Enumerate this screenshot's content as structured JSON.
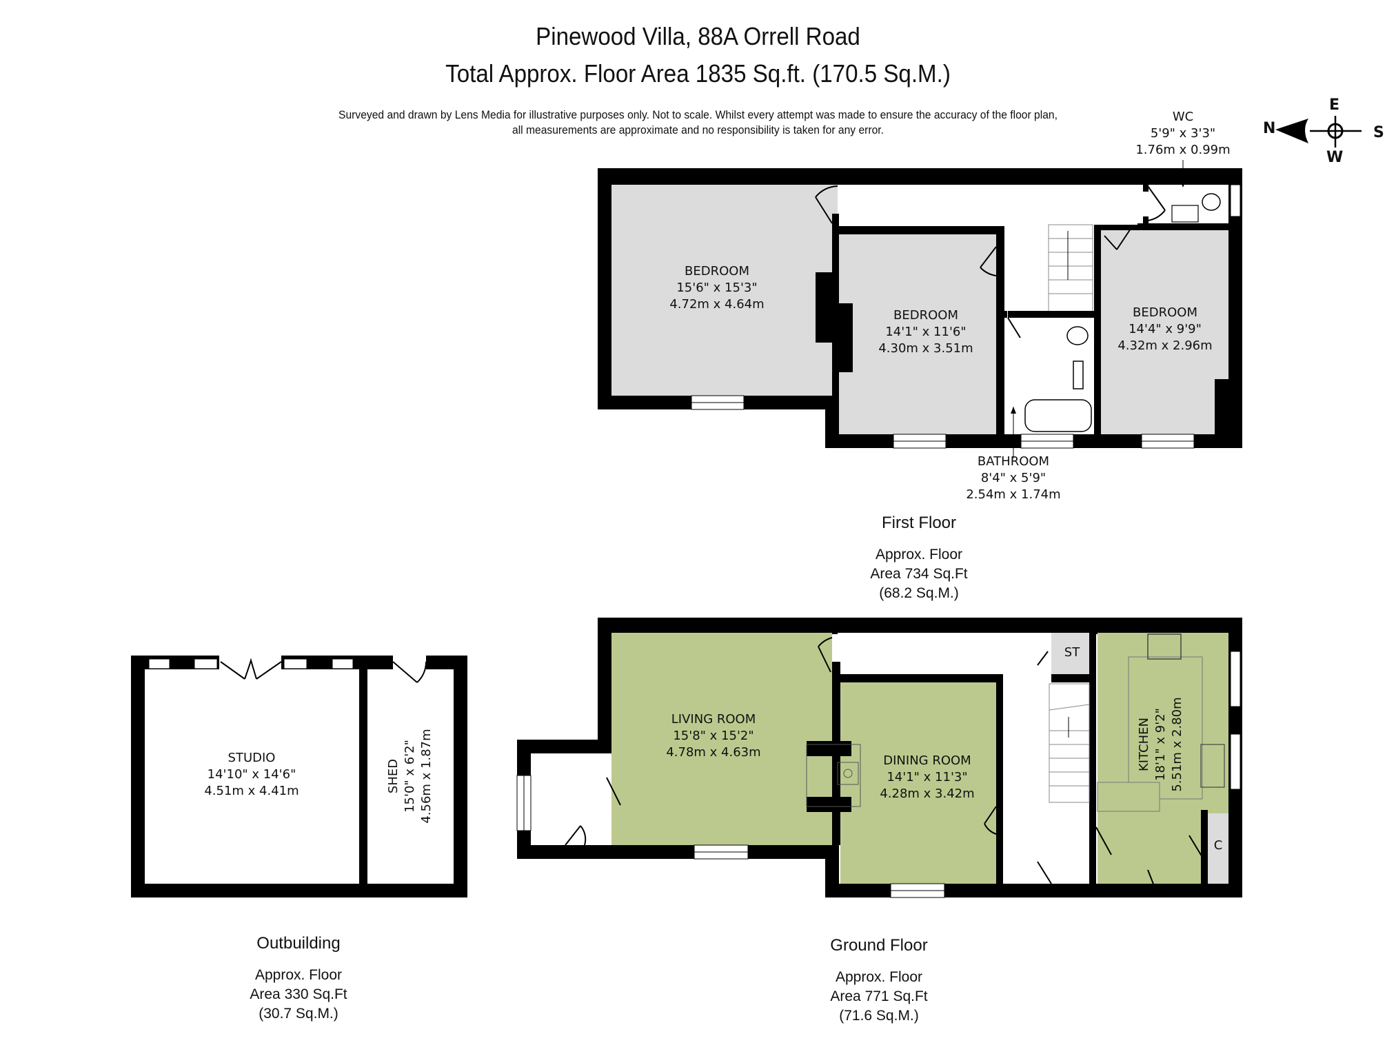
{
  "header": {
    "title": "Pinewood Villa, 88A Orrell Road",
    "total_area": "Total Approx. Floor Area 1835 Sq.ft. (170.5 Sq.M.)",
    "disclaimer_line1": "Surveyed and drawn by Lens Media for illustrative purposes only. Not to scale. Whilst every attempt was made to ensure the accuracy of the floor plan,",
    "disclaimer_line2": "all measurements are approximate and no responsibility is taken for any error."
  },
  "compass": {
    "n": "N",
    "e": "E",
    "s": "S",
    "w": "W"
  },
  "colors": {
    "wall": "#000000",
    "first_floor_fill": "#dcdcdc",
    "ground_floor_fill": "#bcc98e",
    "hall_fill": "#ffffff",
    "store_fill": "#dcdcdc"
  },
  "first_floor": {
    "label": "First Floor",
    "area_line1": "Approx. Floor",
    "area_line2": "Area 734 Sq.Ft",
    "area_line3": "(68.2 Sq.M.)",
    "rooms": [
      {
        "name": "BEDROOM",
        "imperial": "15'6\" x 15'3\"",
        "metric": "4.72m x 4.64m"
      },
      {
        "name": "BEDROOM",
        "imperial": "14'1\" x 11'6\"",
        "metric": "4.30m x 3.51m"
      },
      {
        "name": "BEDROOM",
        "imperial": "14'4\" x 9'9\"",
        "metric": "4.32m x 2.96m"
      },
      {
        "name": "BATHROOM",
        "imperial": "8'4\" x 5'9\"",
        "metric": "2.54m x 1.74m"
      },
      {
        "name": "WC",
        "imperial": "5'9\" x 3'3\"",
        "metric": "1.76m x 0.99m"
      }
    ]
  },
  "ground_floor": {
    "label": "Ground Floor",
    "area_line1": "Approx. Floor",
    "area_line2": "Area 771 Sq.Ft",
    "area_line3": "(71.6 Sq.M.)",
    "rooms": [
      {
        "name": "LIVING ROOM",
        "imperial": "15'8\" x 15'2\"",
        "metric": "4.78m x 4.63m"
      },
      {
        "name": "DINING ROOM",
        "imperial": "14'1\" x 11'3\"",
        "metric": "4.28m x 3.42m"
      },
      {
        "name": "KITCHEN",
        "imperial": "18'1\" x 9'2\"",
        "metric": "5.51m x 2.80m"
      },
      {
        "name": "ST"
      },
      {
        "name": "C"
      }
    ]
  },
  "outbuilding": {
    "label": "Outbuilding",
    "area_line1": "Approx. Floor",
    "area_line2": "Area 330 Sq.Ft",
    "area_line3": "(30.7 Sq.M.)",
    "rooms": [
      {
        "name": "STUDIO",
        "imperial": "14'10\" x 14'6\"",
        "metric": "4.51m x 4.41m"
      },
      {
        "name": "SHED",
        "imperial": "15'0\" x 6'2\"",
        "metric": "4.56m x 1.87m"
      }
    ]
  }
}
